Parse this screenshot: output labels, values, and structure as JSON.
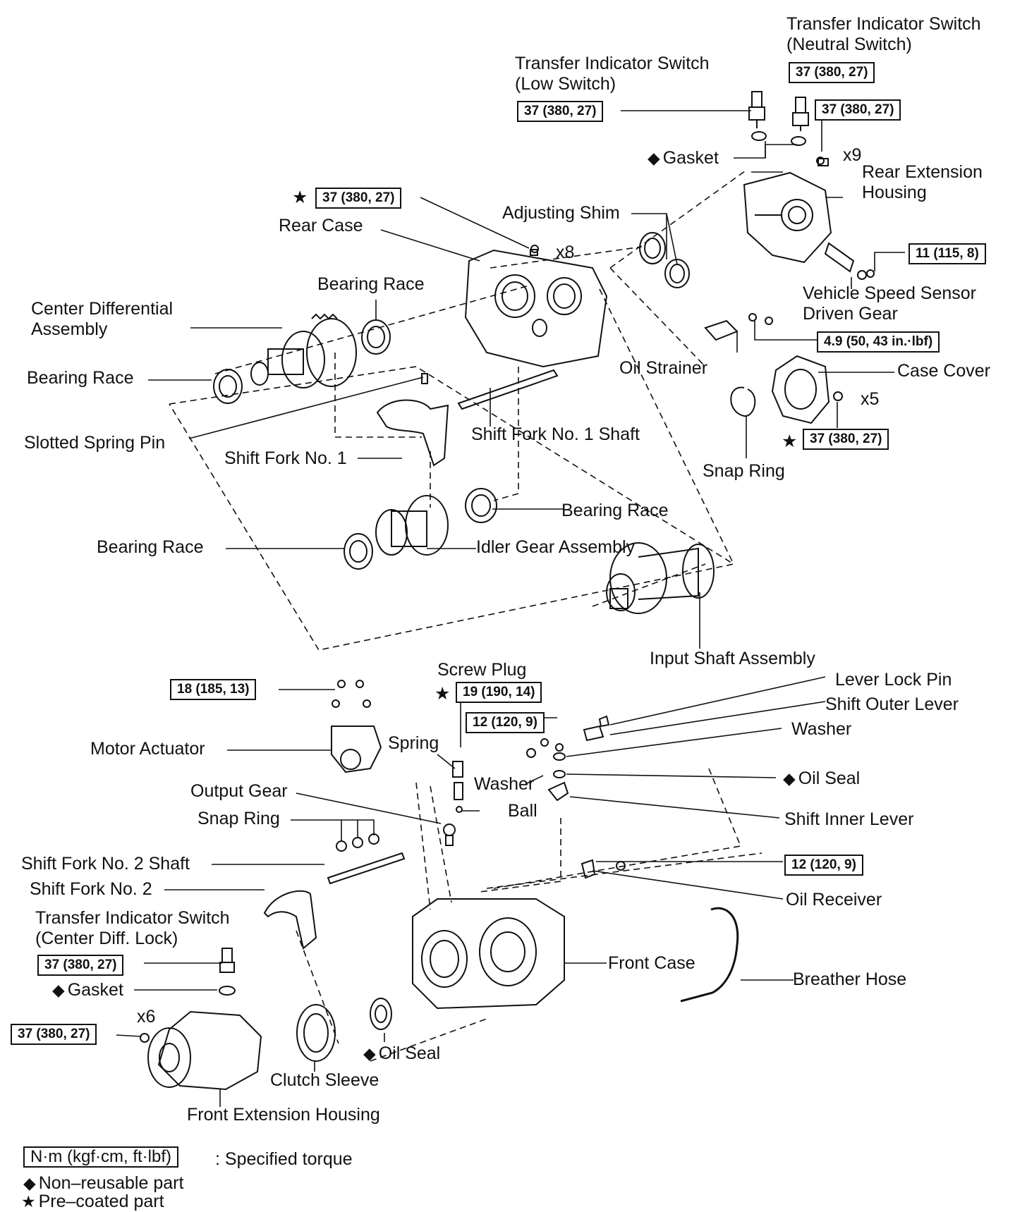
{
  "symbols": {
    "star": "★",
    "diamond": "◆"
  },
  "parts": {
    "ti_neutral": "Transfer Indicator Switch\n(Neutral Switch)",
    "ti_low": "Transfer Indicator Switch\n(Low Switch)",
    "gasket_top": "Gasket",
    "x9": "x9",
    "rear_ext": "Rear Extension\nHousing",
    "adj_shim": "Adjusting Shim",
    "rear_case": "Rear Case",
    "x8": "x8",
    "bearing_race_1": "Bearing Race",
    "center_diff": "Center Differential\nAssembly",
    "bearing_race_2": "Bearing Race",
    "vss": "Vehicle Speed Sensor\nDriven Gear",
    "oil_strainer": "Oil Strainer",
    "case_cover": "Case Cover",
    "x5": "x5",
    "slotted_pin": "Slotted Spring Pin",
    "shift_fork_1": "Shift Fork No. 1",
    "sf1_shaft": "Shift Fork No. 1 Shaft",
    "snap_ring_top": "Snap Ring",
    "bearing_race_3": "Bearing Race",
    "bearing_race_4": "Bearing Race",
    "idler_gear": "Idler Gear Assembly",
    "input_shaft": "Input Shaft Assembly",
    "screw_plug": "Screw Plug",
    "lever_lock_pin": "Lever Lock Pin",
    "shift_outer": "Shift Outer Lever",
    "washer_r": "Washer",
    "motor_act": "Motor Actuator",
    "spring": "Spring",
    "washer_m": "Washer",
    "oil_seal_r": "Oil Seal",
    "output_gear": "Output Gear",
    "snap_ring_bot": "Snap Ring",
    "ball": "Ball",
    "shift_inner": "Shift Inner Lever",
    "sf2_shaft": "Shift Fork No. 2 Shaft",
    "shift_fork_2": "Shift Fork No. 2",
    "oil_receiver": "Oil Receiver",
    "ti_cdl": "Transfer Indicator Switch\n(Center Diff. Lock)",
    "front_case": "Front Case",
    "breather": "Breather Hose",
    "gasket_bot": "Gasket",
    "x6": "x6",
    "oil_seal_b": "Oil Seal",
    "clutch_sleeve": "Clutch Sleeve",
    "front_ext": "Front Extension Housing"
  },
  "torques": {
    "t_neutral": "37 (380, 27)",
    "t_low": "37 (380, 27)",
    "t_rear_ext": "37 (380, 27)",
    "t_rear_case": "37 (380, 27)",
    "t_vss": "11 (115, 8)",
    "t_strainer": "4.9 (50, 43 in.·lbf)",
    "t_cover": "37 (380, 27)",
    "t_motor": "18 (185, 13)",
    "t_plug": "19 (190, 14)",
    "t_lever": "12 (120, 9)",
    "t_receiver": "12 (120, 9)",
    "t_cdl": "37 (380, 27)",
    "t_front_ext": "37 (380, 27)"
  },
  "legend": {
    "unit": "N·m (kgf·cm, ft·lbf)",
    "specified": ": Specified torque",
    "nonreusable": "Non–reusable part",
    "precoated": "Pre–coated part"
  }
}
